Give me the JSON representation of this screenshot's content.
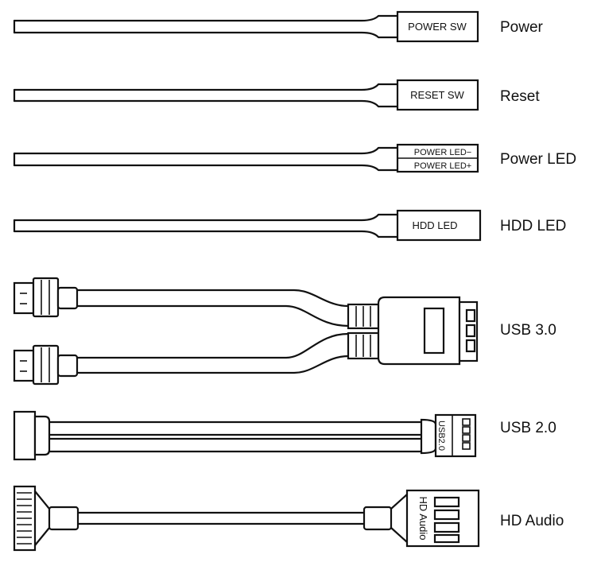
{
  "cables": [
    {
      "id": "power-sw",
      "connector_text": [
        "POWER SW"
      ],
      "label": "Power"
    },
    {
      "id": "reset-sw",
      "connector_text": [
        "RESET SW"
      ],
      "label": "Reset"
    },
    {
      "id": "power-led",
      "connector_text": [
        "POWER LED−",
        "POWER LED+"
      ],
      "label": "Power LED"
    },
    {
      "id": "hdd-led",
      "connector_text": [
        "HDD LED"
      ],
      "label": "HDD LED"
    },
    {
      "id": "usb3",
      "connector_text": [],
      "label": "USB 3.0"
    },
    {
      "id": "usb2",
      "connector_text": [
        "USB2.0"
      ],
      "label": "USB 2.0"
    },
    {
      "id": "hd-audio",
      "connector_text": [
        "HD Audio"
      ],
      "label": "HD Audio"
    }
  ]
}
